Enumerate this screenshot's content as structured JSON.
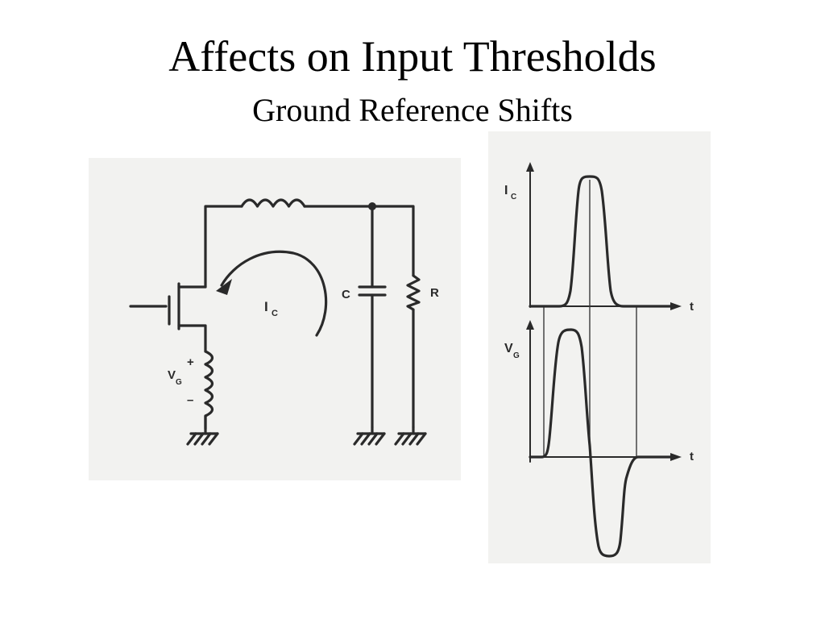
{
  "slide": {
    "title": "Affects on Input Thresholds",
    "subtitle": "Ground Reference Shifts"
  },
  "circuit": {
    "label_current": "I",
    "label_current_sub": "C",
    "label_gate_voltage": "V",
    "label_gate_voltage_sub": "G",
    "label_capacitor": "C",
    "label_resistor": "R",
    "label_plus": "+",
    "label_minus": "–"
  },
  "waveforms": {
    "top_label": "I",
    "top_label_sub": "C",
    "bottom_label": "V",
    "bottom_label_sub": "G",
    "time_axis_top": "t",
    "time_axis_bottom": "t"
  },
  "colors": {
    "ink": "#2a2a2a",
    "panel_background": "#f2f2f0",
    "slide_background": "#ffffff"
  }
}
